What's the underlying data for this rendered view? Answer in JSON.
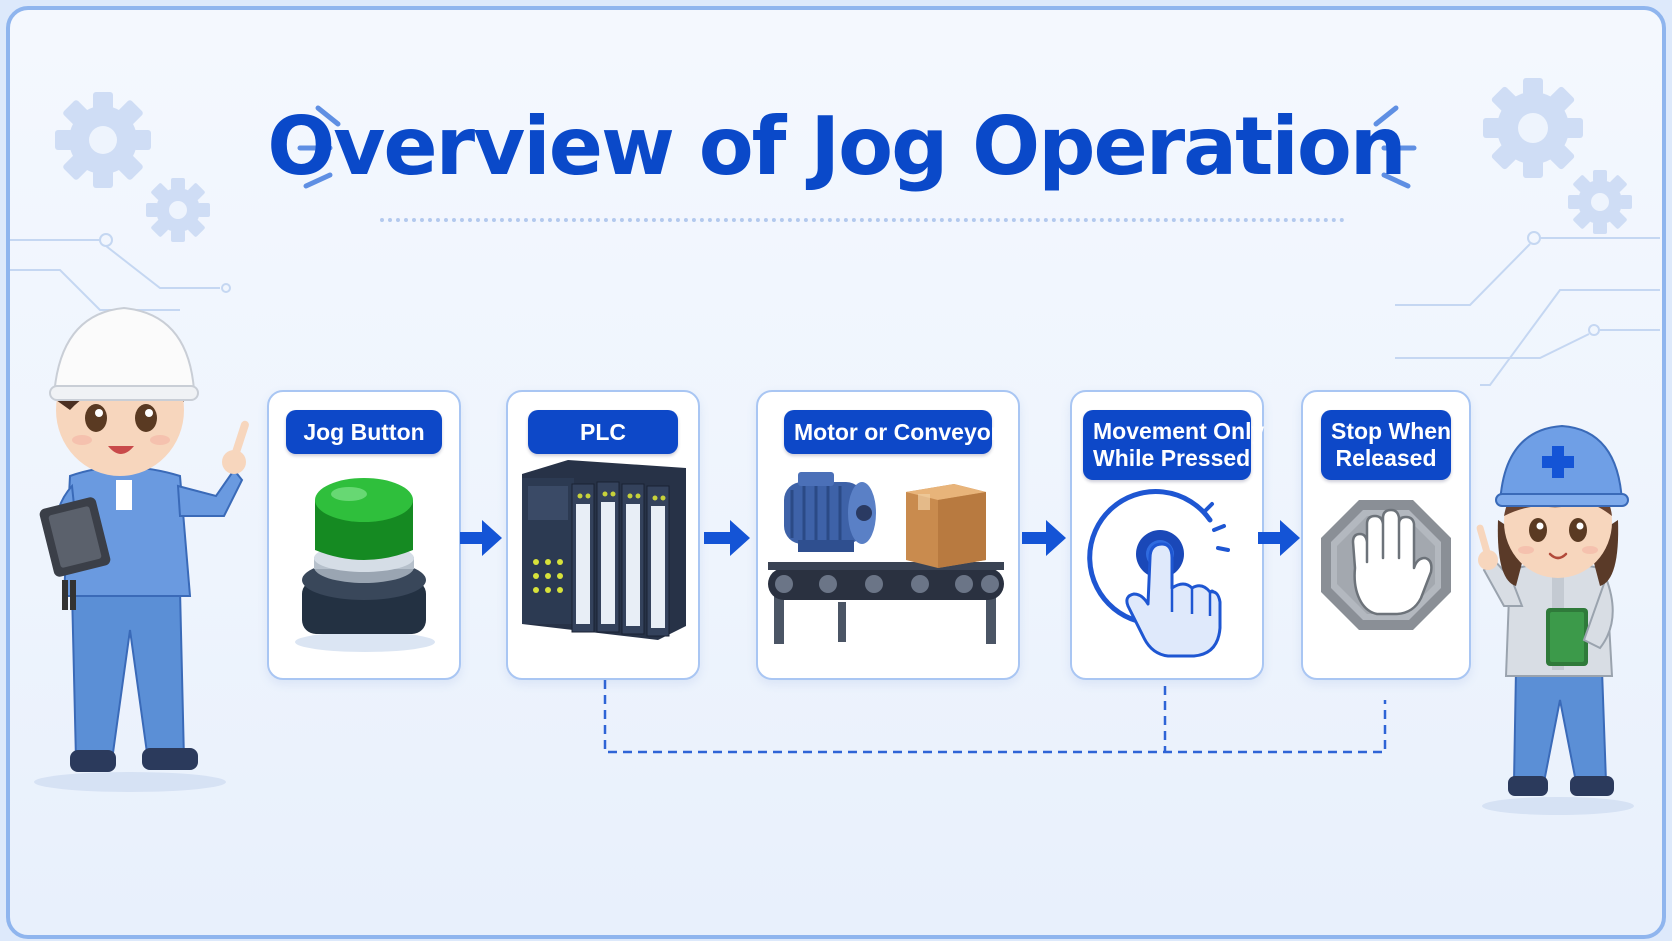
{
  "title": "Overview of Jog Operation",
  "steps": [
    {
      "label": "Jog Button",
      "icon": "green-push-button-icon"
    },
    {
      "label": "PLC",
      "icon": "plc-rack-icon"
    },
    {
      "label": "Motor or Conveyor",
      "icon": "motor-conveyor-icon"
    },
    {
      "label": "Movement Only\nWhile Pressed",
      "icon": "press-hold-hand-icon"
    },
    {
      "label": "Stop When\nReleased",
      "icon": "stop-hand-icon"
    }
  ],
  "colors": {
    "accent": "#0d48c8",
    "card_border": "#a9c6f3",
    "background": "#eef4fd",
    "button_green": "#1f9a2c"
  }
}
